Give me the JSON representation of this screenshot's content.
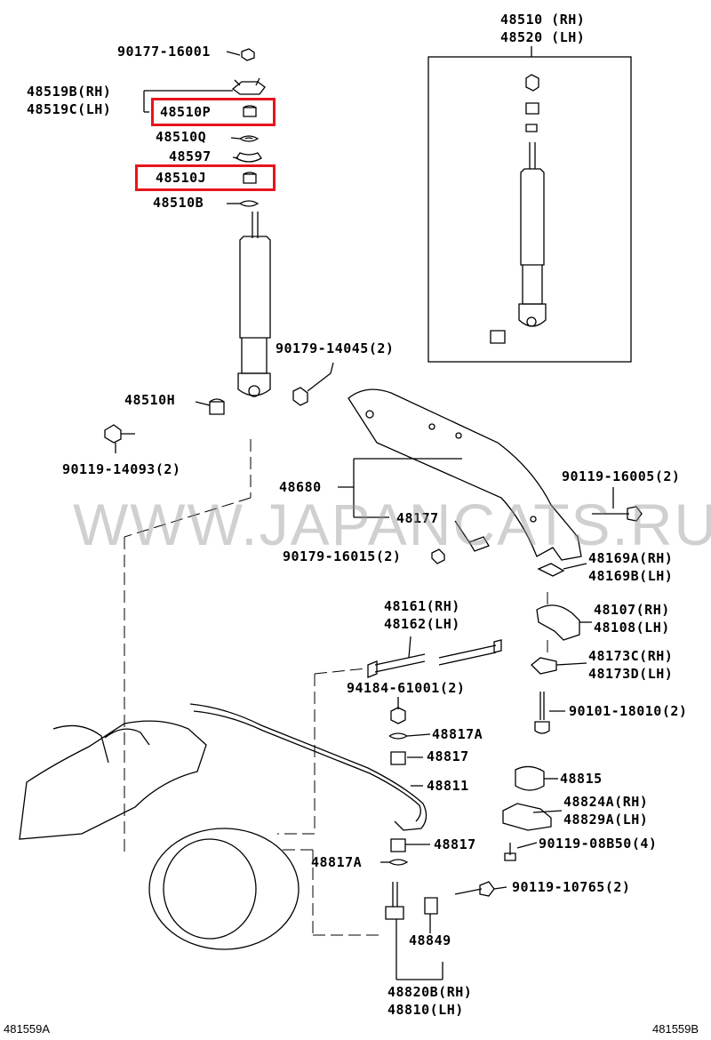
{
  "diagram": {
    "inset_label_rh": "48510 (RH)",
    "inset_label_lh": "48520 (LH)",
    "watermark": "WWW.JAPANCATS.RU",
    "footer_left": "481559A",
    "footer_right": "481559B",
    "highlight_color": "#e8141b",
    "parts": {
      "p90177": "90177-16001",
      "p48519": "48519B(RH)\n48519C(LH)",
      "p48510P": "48510P",
      "p48510Q": "48510Q",
      "p48597": "48597",
      "p48510J": "48510J",
      "p48510B": "48510B",
      "p90179a": "90179-14045(2)",
      "p48510H": "48510H",
      "p90119a": "90119-14093(2)",
      "p48680": "48680",
      "p48177": "48177",
      "p90179b": "90179-16015(2)",
      "p90119b": "90119-16005(2)",
      "p48169": "48169A(RH)\n48169B(LH)",
      "p48161": "48161(RH)\n48162(LH)",
      "p48107": "48107(RH)\n48108(LH)",
      "p48173": "48173C(RH)\n48173D(LH)",
      "p94184": "94184-61001(2)",
      "p90101": "90101-18010(2)",
      "p48817A_top": "48817A",
      "p48817_top": "48817",
      "p48811": "48811",
      "p48815": "48815",
      "p48824": "48824A(RH)\n48829A(LH)",
      "p90119c": "90119-08B50(4)",
      "p48817_bot": "48817",
      "p48817A_bot": "48817A",
      "p90119d": "90119-10765(2)",
      "p48849": "48849",
      "p48820": "48820B(RH)\n48810(LH)"
    }
  }
}
